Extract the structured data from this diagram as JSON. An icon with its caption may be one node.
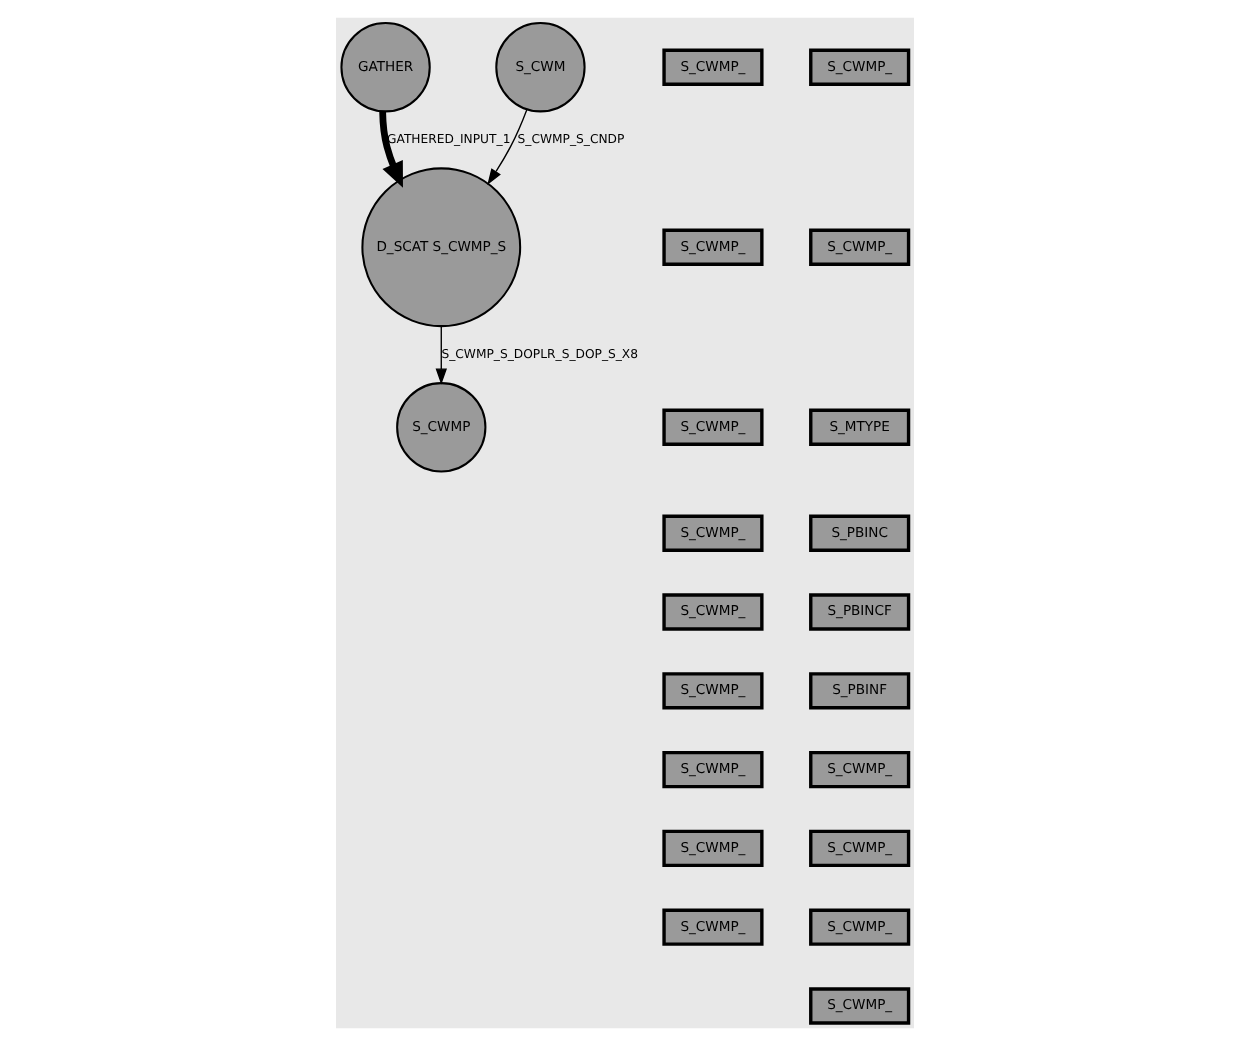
{
  "diagram": {
    "nodes": [
      {
        "text": [
          "GATHER"
        ]
      },
      {
        "text": [
          "S_CWM"
        ]
      },
      {
        "text": [
          "D_SCAT S_CWMP_S"
        ]
      },
      {
        "text": [
          "S_CWMP"
        ]
      },
      {
        "text": [
          "S_CWMP_"
        ]
      },
      {
        "text": [
          "S_CWMP_"
        ]
      },
      {
        "text": [
          "S_CWMP_"
        ]
      },
      {
        "text": [
          "S_CWMP_"
        ]
      },
      {
        "text": [
          "S_CWMP_"
        ]
      },
      {
        "text": [
          "S_MTYPE"
        ]
      },
      {
        "text": [
          "S_CWMP_"
        ]
      },
      {
        "text": [
          "S_PBINC"
        ]
      },
      {
        "text": [
          "S_CWMP_"
        ]
      },
      {
        "text": [
          "S_PBINCF"
        ]
      },
      {
        "text": [
          "S_CWMP_"
        ]
      },
      {
        "text": [
          "S_PBINF"
        ]
      },
      {
        "text": [
          "S_CWMP_"
        ]
      },
      {
        "text": [
          "S_CWMP_"
        ]
      },
      {
        "text": [
          "S_CWMP_"
        ]
      },
      {
        "text": [
          "S_CWMP_"
        ]
      },
      {
        "text": [
          "S_CWMP_"
        ]
      },
      {
        "text": [
          "S_CWMP_"
        ]
      },
      {
        "text": [
          "S_CWMP_"
        ]
      }
    ],
    "edges": [
      {
        "from": 0,
        "to": 2,
        "arrow": "to",
        "label": "GATHERED_INPUT_1",
        "style": "thick"
      },
      {
        "from": 1,
        "to": 2,
        "arrow": "to",
        "label": "S_CWMP_S_CNDP"
      },
      {
        "from": 2,
        "to": 3,
        "arrow": "to",
        "label": "S_CWMP_S_DOPLR_S_DOP_S_X8"
      }
    ]
  }
}
